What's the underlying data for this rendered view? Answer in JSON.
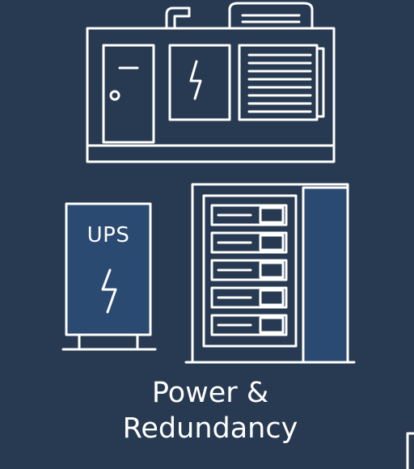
{
  "colors": {
    "background": "#273a52",
    "panel_fill": "#2a4a72",
    "line": "#ffffff"
  },
  "icons": {
    "generator": "generator-icon",
    "ups": "ups-icon",
    "server_rack": "server-rack-icon",
    "lightning": "lightning-bolt-icon"
  },
  "ups": {
    "label": "UPS"
  },
  "caption": {
    "line1": "Power &",
    "line2": "Redundancy"
  }
}
